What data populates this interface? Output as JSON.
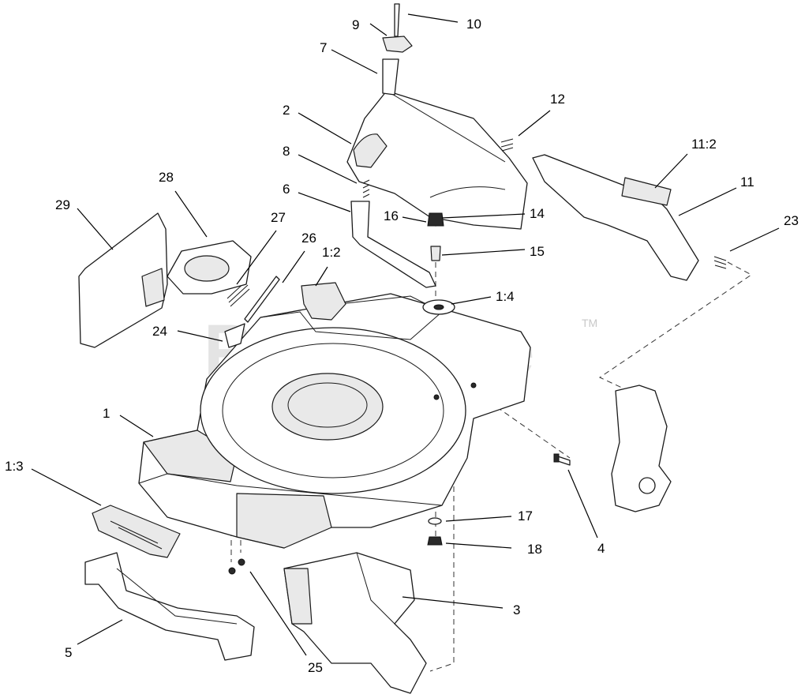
{
  "watermark": {
    "text": "PartsTree",
    "trademark": "TM"
  },
  "callouts": {
    "c1": "1",
    "c1_2": "1:2",
    "c1_3": "1:3",
    "c1_4": "1:4",
    "c2": "2",
    "c3": "3",
    "c4": "4",
    "c5": "5",
    "c6": "6",
    "c7": "7",
    "c8": "8",
    "c9": "9",
    "c10": "10",
    "c11": "11",
    "c11_2": "11:2",
    "c12": "12",
    "c14": "14",
    "c15": "15",
    "c16": "16",
    "c17": "17",
    "c18": "18",
    "c23": "23",
    "c24": "24",
    "c25": "25",
    "c26": "26",
    "c27": "27",
    "c28": "28",
    "c29": "29"
  }
}
